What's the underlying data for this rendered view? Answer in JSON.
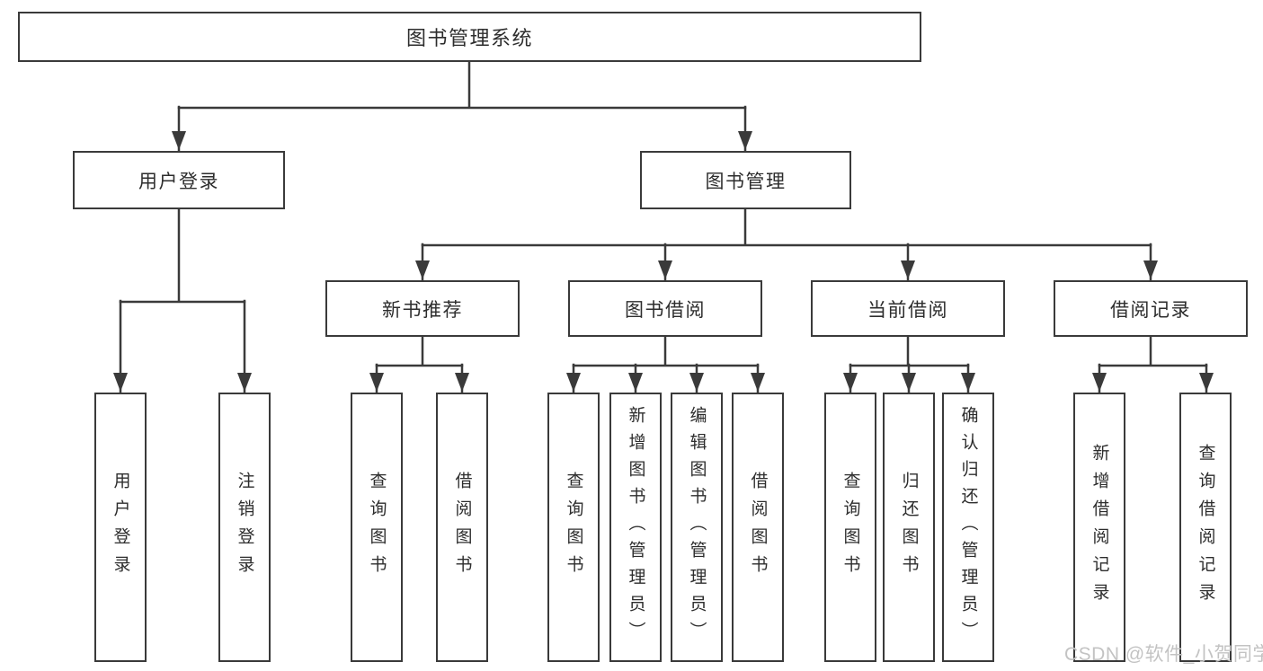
{
  "diagram": {
    "title": "图书管理系统",
    "nodes": {
      "root": {
        "label": "图书管理系统"
      },
      "user_login": {
        "label": "用户登录"
      },
      "book_mgmt": {
        "label": "图书管理"
      },
      "new_book_rec": {
        "label": "新书推荐"
      },
      "book_borrow": {
        "label": "图书借阅"
      },
      "current_borrow": {
        "label": "当前借阅"
      },
      "borrow_record": {
        "label": "借阅记录"
      },
      "leaf_user_login": {
        "label": "用户登录"
      },
      "leaf_logout": {
        "label": "注销登录"
      },
      "leaf_nbr_query": {
        "label": "查询图书"
      },
      "leaf_nbr_borrow": {
        "label": "借阅图书"
      },
      "leaf_bb_query": {
        "label": "查询图书"
      },
      "leaf_bb_add": {
        "label": "新增图书（管理员）"
      },
      "leaf_bb_edit": {
        "label": "编辑图书（管理员）"
      },
      "leaf_bb_borrow": {
        "label": "借阅图书"
      },
      "leaf_cb_query": {
        "label": "查询图书"
      },
      "leaf_cb_return": {
        "label": "归还图书"
      },
      "leaf_cb_confirm": {
        "label": "确认归还（管理员）"
      },
      "leaf_br_add": {
        "label": "新增借阅记录"
      },
      "leaf_br_query": {
        "label": "查询借阅记录"
      }
    },
    "colors": {
      "line": "#3a3a3a",
      "text": "#2d2d2d",
      "background": "#ffffff",
      "watermark": "#c3c3c3"
    }
  },
  "watermark": {
    "text": "CSDN @软件_小贺同学"
  }
}
